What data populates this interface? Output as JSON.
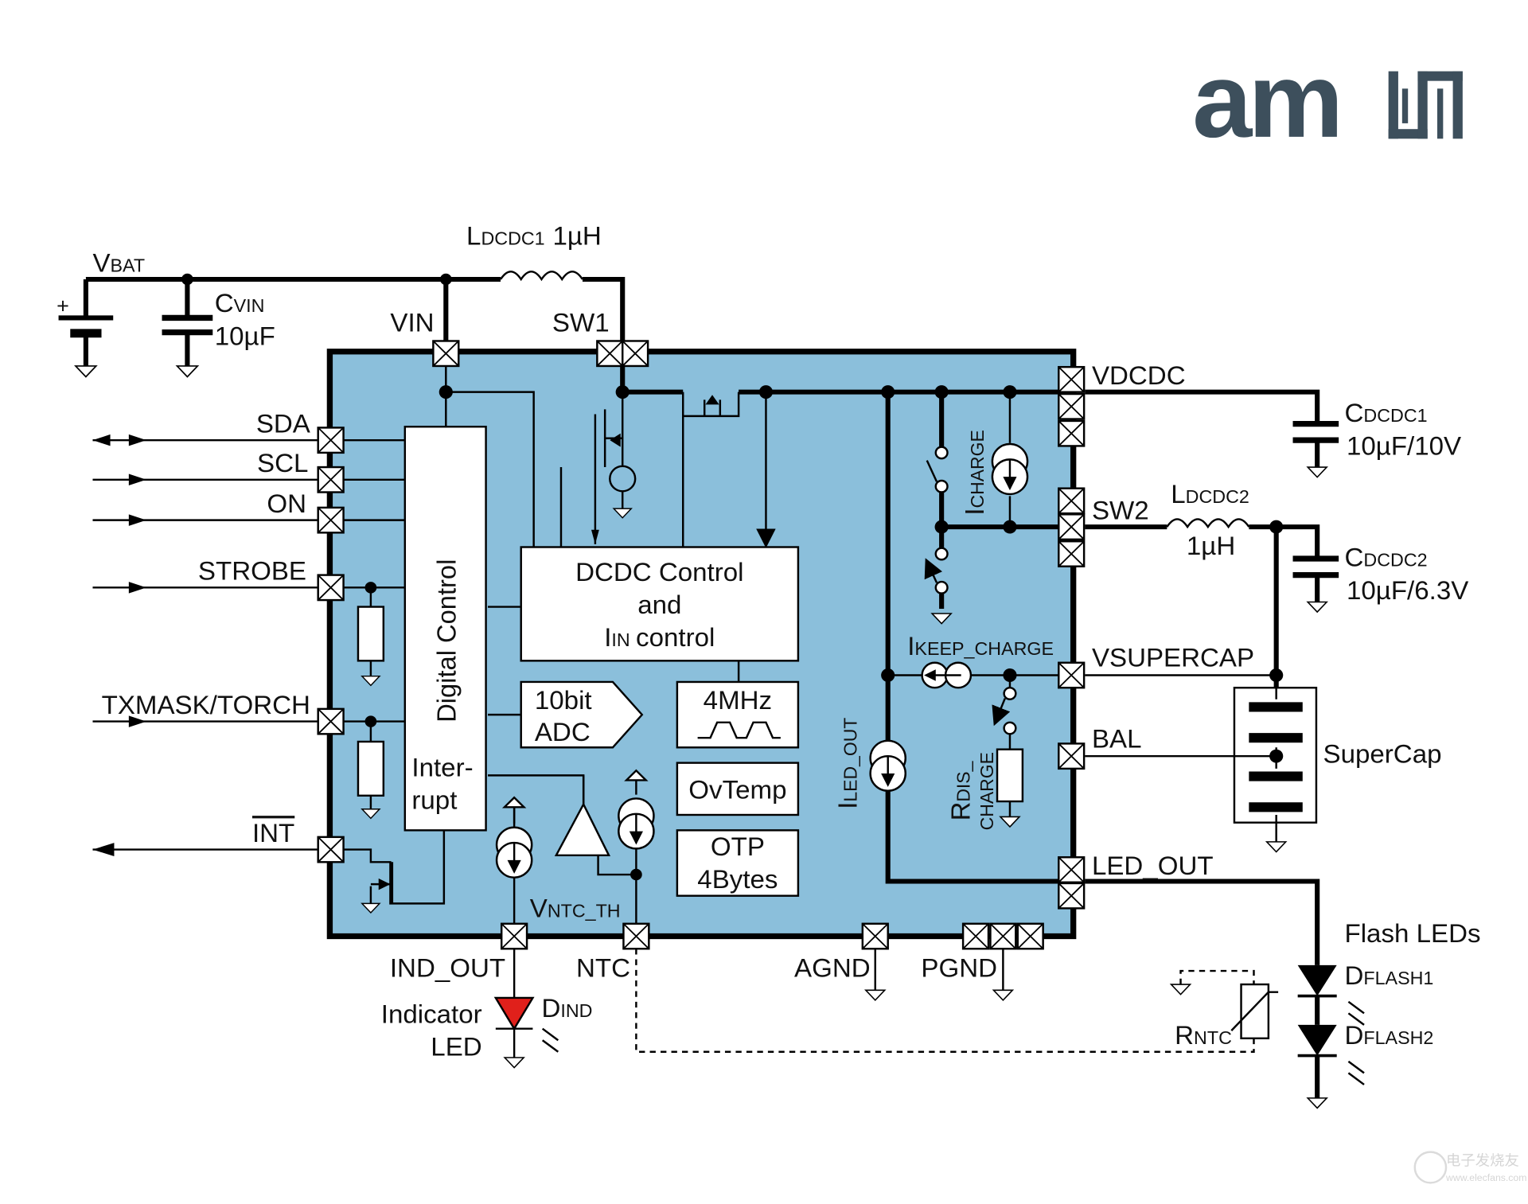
{
  "logo": {
    "text": "am",
    "color": "#3d4f5c"
  },
  "colors": {
    "chip_fill": "#8bbfdb",
    "indicator_led": "#e0201b"
  },
  "external": {
    "vbat": {
      "main": "V",
      "sub": "BAT"
    },
    "cvin": {
      "main": "C",
      "sub": "VIN",
      "value": "10µF"
    },
    "ldcdc1": {
      "main": "L",
      "sub": "DCDC1",
      "value": "1µH"
    },
    "cdcdc1": {
      "main": "C",
      "sub": "DCDC1",
      "value": "10µF/10V"
    },
    "ldcdc2": {
      "main": "L",
      "sub": "DCDC2",
      "value": "1µH"
    },
    "cdcdc2": {
      "main": "C",
      "sub": "DCDC2",
      "value": "10µF/6.3V"
    },
    "supercap": "SuperCap",
    "flash_leds": "Flash LEDs",
    "dflash1": {
      "main": "D",
      "sub": "FLASH1"
    },
    "dflash2": {
      "main": "D",
      "sub": "FLASH2"
    },
    "rntc": {
      "main": "R",
      "sub": "NTC"
    },
    "indicator_led": [
      "Indicator",
      "LED"
    ],
    "dind": {
      "main": "D",
      "sub": "IND"
    }
  },
  "pins": {
    "vin": "VIN",
    "sw1": "SW1",
    "sda": "SDA",
    "scl": "SCL",
    "on": "ON",
    "strobe": "STROBE",
    "txmask": "TXMASK/TORCH",
    "int": "INT",
    "vdcdc": "VDCDC",
    "sw2": "SW2",
    "vsupercap": "VSUPERCAP",
    "bal": "BAL",
    "led_out": "LED_OUT",
    "ind_out": "IND_OUT",
    "ntc": "NTC",
    "agnd": "AGND",
    "pgnd": "PGND"
  },
  "blocks": {
    "digital_control": "Digital Control",
    "interrupt": [
      "Inter-",
      "rupt"
    ],
    "dcdc": [
      "DCDC Control",
      "and",
      "control"
    ],
    "dcdc_iin": {
      "main": "I",
      "sub": "IN"
    },
    "adc": [
      "10bit",
      "ADC"
    ],
    "osc": "4MHz",
    "ovtemp": "OvTemp",
    "otp": [
      "OTP",
      "4Bytes"
    ],
    "vntc_th": {
      "main": "V",
      "sub": "NTC_TH"
    },
    "icharge": {
      "main": "I",
      "sub": "CHARGE"
    },
    "ikeep": {
      "main": "I",
      "sub": "KEEP_CHARGE"
    },
    "iled_out": {
      "main": "I",
      "sub": "LED_OUT"
    },
    "rdis": {
      "main": "R",
      "sub1": "DIS_",
      "sub2": "CHARGE"
    }
  },
  "watermark": {
    "cn": "电子发烧友",
    "url": "www.elecfans.com"
  }
}
